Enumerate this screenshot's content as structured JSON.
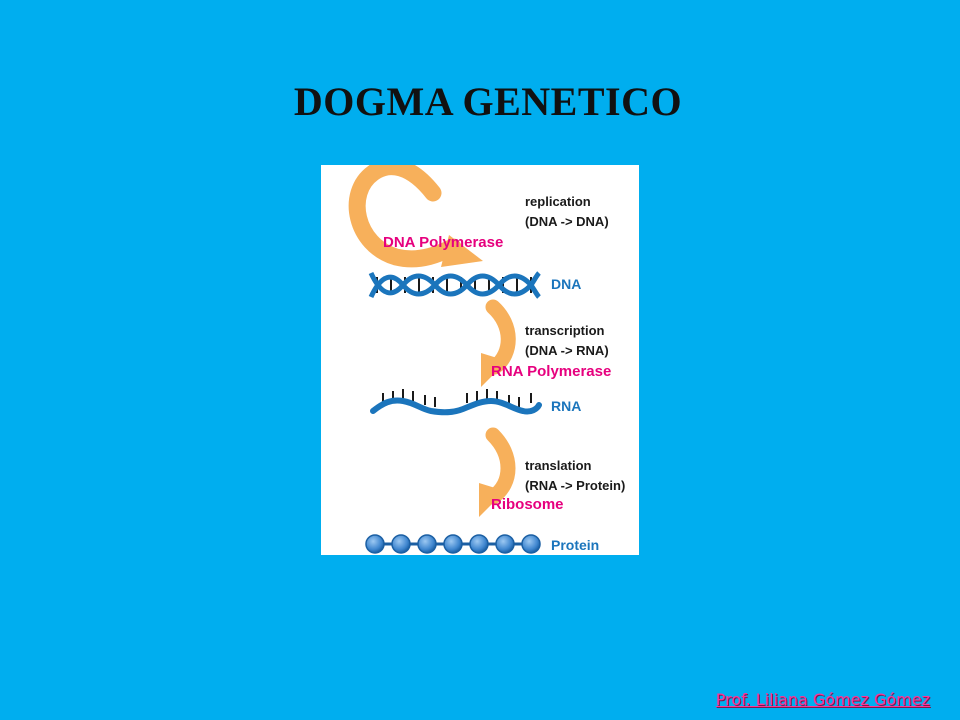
{
  "slide": {
    "title": "DOGMA GENETICO",
    "author": "Prof. Liliana Gómez Gómez"
  },
  "diagram": {
    "steps": [
      {
        "process": "replication",
        "equation": "(DNA -> DNA)",
        "enzyme": "DNA Polymerase"
      },
      {
        "process": "transcription",
        "equation": "(DNA -> RNA)",
        "enzyme": "RNA Polymerase"
      },
      {
        "process": "translation",
        "equation": "(RNA -> Protein)",
        "enzyme": "Ribosome"
      }
    ],
    "molecules": [
      {
        "label": "DNA"
      },
      {
        "label": "RNA"
      },
      {
        "label": "Protein"
      }
    ]
  },
  "colors": {
    "background": "#00AEEF",
    "arrow": "#F7B05B",
    "enzyme_text": "#E6007E",
    "molecule": "#1B75BC",
    "protein_bead": "#4A90D9"
  },
  "icons": [
    "circular-arrow-icon",
    "curved-arrow-icon",
    "dna-helix-icon",
    "rna-strand-icon",
    "protein-chain-icon"
  ]
}
